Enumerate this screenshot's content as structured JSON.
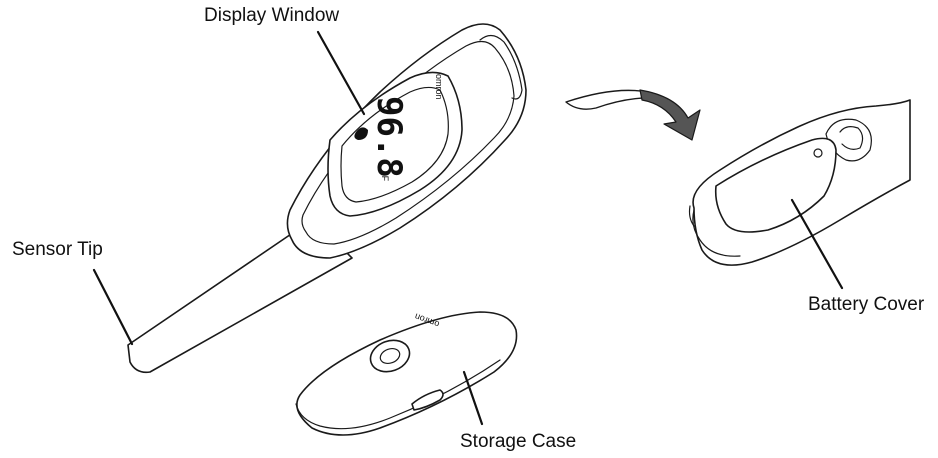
{
  "labels": {
    "display_window": "Display Window",
    "sensor_tip": "Sensor Tip",
    "battery_cover": "Battery Cover",
    "storage_case": "Storage Case"
  },
  "thermometer": {
    "reading": "96.8",
    "unit": "°F",
    "brand": "omron"
  },
  "storage_case": {
    "brand": "omron"
  },
  "arrow_color": "#555555"
}
